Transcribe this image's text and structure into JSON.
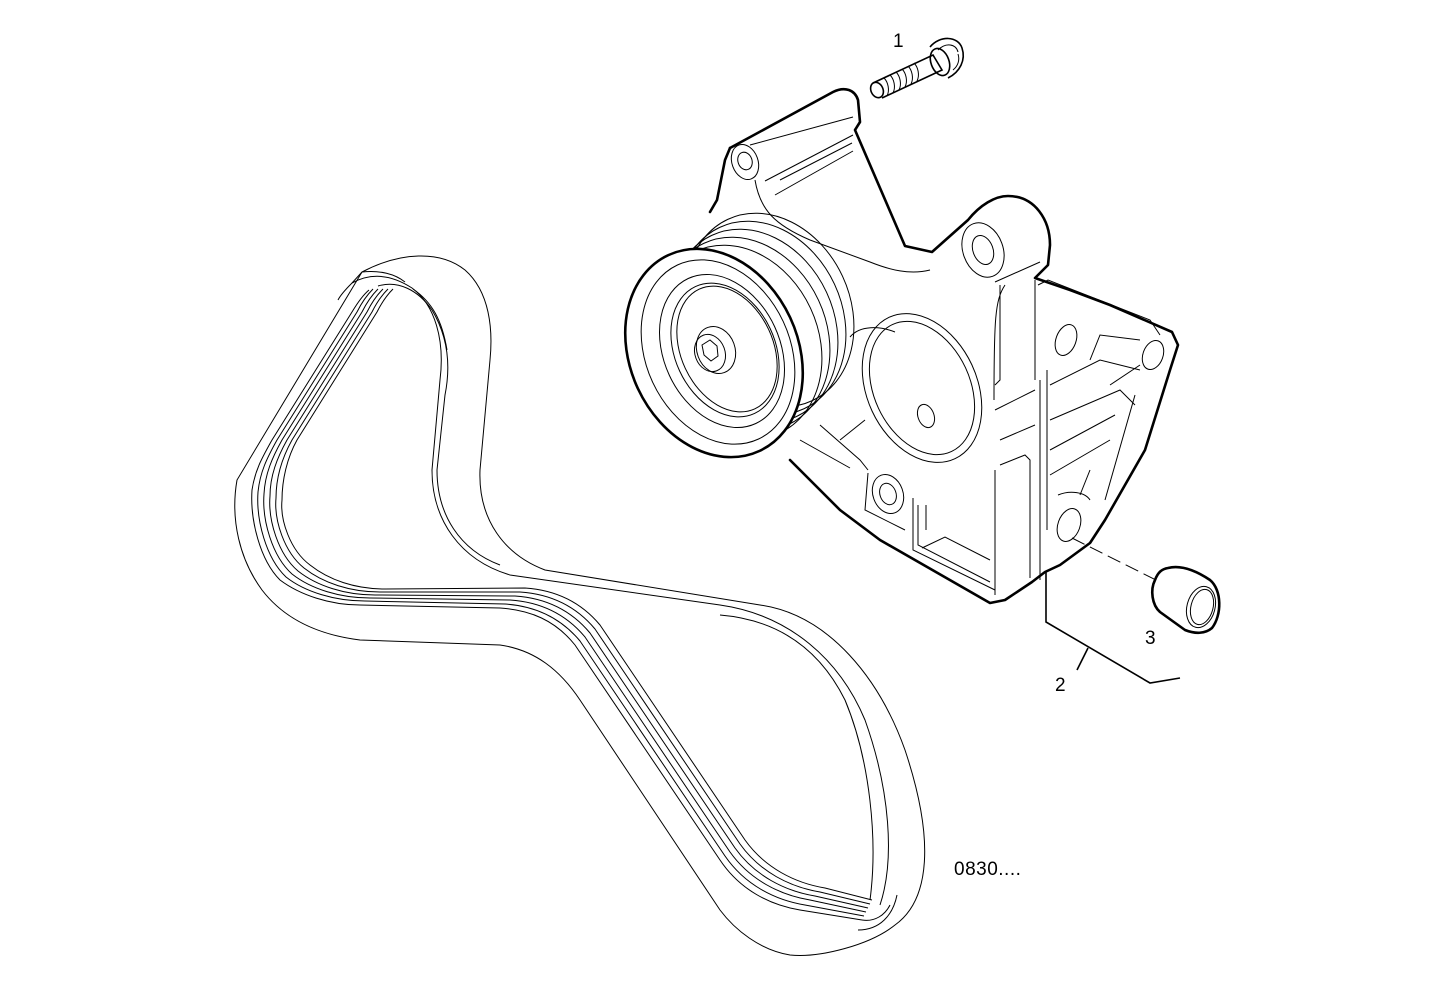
{
  "diagram": {
    "type": "exploded-parts-diagram",
    "subject": "belt tensioner assembly with poly-V belt",
    "callouts": [
      {
        "id": "1",
        "label": "1",
        "part": "flanged bolt"
      },
      {
        "id": "2",
        "label": "2",
        "part": "tensioner bracket assembly with pulley"
      },
      {
        "id": "3",
        "label": "3",
        "part": "bushing / spacer sleeve"
      }
    ],
    "drawing_code": "0830....",
    "colors": {
      "line": "#000000",
      "background": "#ffffff"
    }
  }
}
